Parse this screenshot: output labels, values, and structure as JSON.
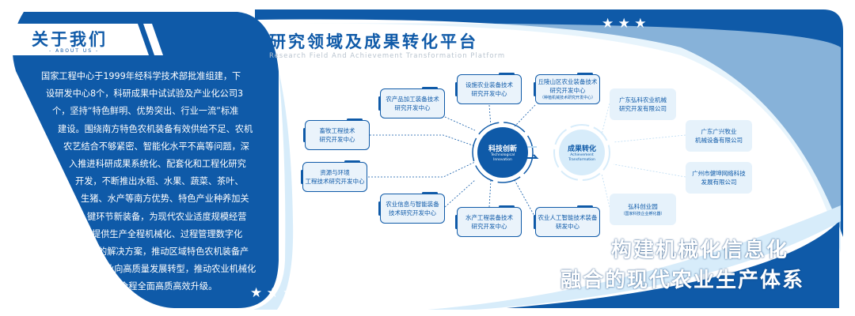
{
  "about": {
    "title": "关于我们",
    "subtitle": "- ABOUT US -",
    "lines": [
      "国家工程中心于1999年经科学技术部批准组建，下",
      "设研发中心8个，科研成果中试试验及产业化公司3",
      "个，坚持“特色鲜明、优势突出、行业一流”标准",
      "建设。围绕南方特色农机装备有效供给不足、农机",
      "农艺结合不够紧密、智能化水平不高等问题，深",
      "入推进科研成果系统化、配套化和工程化研究",
      "开发，不断推出水稻、水果、蔬菜、茶叶、",
      "生猪、水产等南方优势、特色产业种养加关",
      "键环节新装备，为现代农业适度规模经营",
      "提供生产全程机械化、过程管理数字化",
      "的解决方案，推动区域特色农机装备产",
      "业向高质量发展转型，推动农业机械化",
      "向全程全面高质高效升级。"
    ]
  },
  "platform": {
    "title": "研究领域及成果转化平台",
    "subtitle": "Research Field And Achievement Transformation Platform"
  },
  "innovation": {
    "title": "科技创新",
    "en1": "Technological",
    "en2": "Innovation"
  },
  "transformation": {
    "title": "成果转化",
    "en1": "Achievement",
    "en2": "Transformation"
  },
  "centers": [
    {
      "l1": "畜牧工程技术",
      "l2": "研究开发中心"
    },
    {
      "l1": "资源与环境",
      "l2": "工程技术研究开发中心"
    },
    {
      "l1": "农产品加工装备技术",
      "l2": "研究开发中心"
    },
    {
      "l1": "设施农业装备技术",
      "l2": "研究开发中心"
    },
    {
      "l1": "丘陵山区农业装备技术",
      "l2": "研究开发中心",
      "note": "（种植机械技术研究开发中心）"
    },
    {
      "l1": "农业信息与智能装备",
      "l2": "技术研究开发中心"
    },
    {
      "l1": "水产工程装备技术",
      "l2": "研究开发中心"
    },
    {
      "l1": "农业人工智能技术装备",
      "l2": "研发中心"
    }
  ],
  "companies": [
    {
      "l1": "广东弘科农业机械",
      "l2": "研究开发有限公司"
    },
    {
      "l1": "广东广兴牧业",
      "l2": "机械设备有限公司"
    },
    {
      "l1": "广州市健坤网络科技",
      "l2": "发展有限公司"
    },
    {
      "l1": "弘科创业园",
      "note": "（国家科技企业孵化器）"
    }
  ],
  "slogan": {
    "line1": "构建机械化信息化",
    "line2": "融合的现代农业生产体系"
  },
  "colors": {
    "primary": "#0f5aa8",
    "light": "#d7ecfa"
  }
}
